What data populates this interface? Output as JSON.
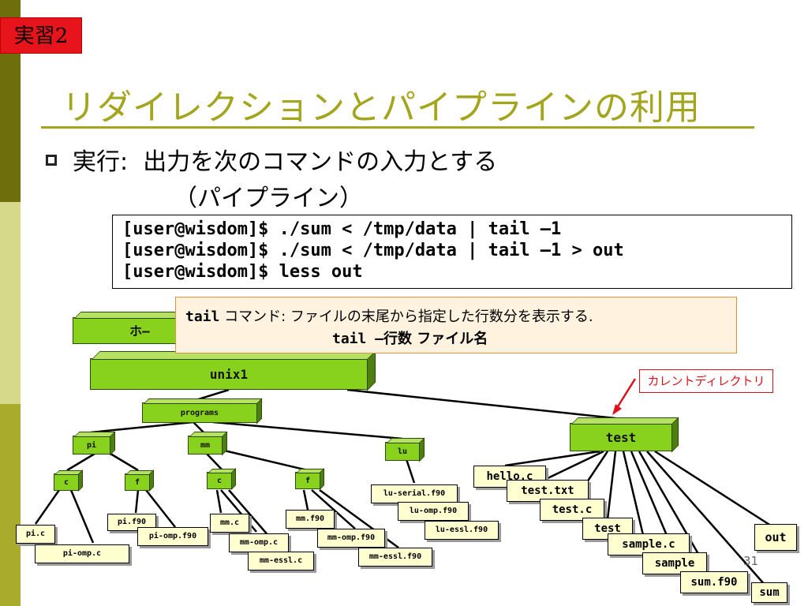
{
  "colors": {
    "title": "#a3a51e",
    "badge": "#e8141b",
    "folder": "#88d11c",
    "file": "#ffffd0",
    "stripe_dark": "#6e6e0d",
    "stripe_light": "#d6d88a",
    "note_border": "#e3913b",
    "current_dir": "#e0101a"
  },
  "badge": {
    "text": "実習2"
  },
  "title": {
    "text": "リダイレクションとパイプラインの利用"
  },
  "bullet": {
    "label": "実行:",
    "line1": "出力を次のコマンドの入力とする",
    "line2": "（パイプライン）"
  },
  "code": {
    "lines": [
      "[user@wisdom]$ ./sum < /tmp/data | tail –1",
      "[user@wisdom]$ ./sum < /tmp/data | tail –1 > out",
      "[user@wisdom]$ less out"
    ]
  },
  "tail_note": {
    "cmd": "tail",
    "desc": "コマンド:  ファイルの末尾から指定した行数分を表示する.",
    "usage_cmd": "tail –",
    "usage_args": "行数  ファイル名"
  },
  "tree": {
    "home": "ホ―",
    "unix1": "unix1",
    "programs": "programs",
    "pi": "pi",
    "mm": "mm",
    "lu": "lu",
    "test": "test",
    "pi_c": "c",
    "pi_f": "f",
    "mm_c": "c",
    "mm_f": "f",
    "files": {
      "pi_c": "pi.c",
      "pi_omp_c": "pi-omp.c",
      "pi_f90": "pi.f90",
      "pi_omp_f90": "pi-omp.f90",
      "mm_c": "mm.c",
      "mm_omp_c": "mm-omp.c",
      "mm_essl_c": "mm-essl.c",
      "mm_f90": "mm.f90",
      "mm_omp_f90": "mm-omp.f90",
      "mm_essl_f90": "mm-essl.f90",
      "lu_serial_f90": "lu-serial.f90",
      "lu_omp_f90": "lu-omp.f90",
      "lu_essl_f90": "lu-essl.f90",
      "hello_c": "hello.c",
      "test_txt": "test.txt",
      "test_c": "test.c",
      "test": "test",
      "sample_c": "sample.c",
      "sample": "sample",
      "sum_f90": "sum.f90",
      "sum": "sum",
      "out": "out"
    }
  },
  "current_dir_label": "カレントディレクトリ",
  "page_number": "31"
}
